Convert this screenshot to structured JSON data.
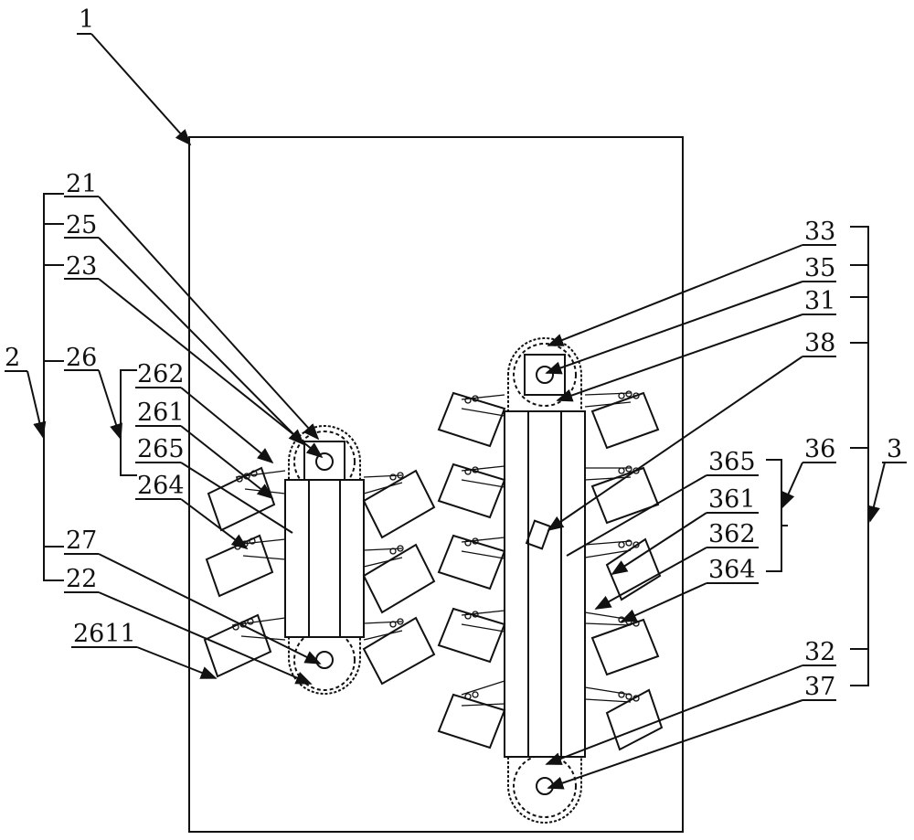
{
  "figure": {
    "label_1": "1",
    "label_2": "2",
    "label_3": "3",
    "label_21": "21",
    "label_22": "22",
    "label_23": "23",
    "label_25": "25",
    "label_26": "26",
    "label_27": "27",
    "label_261": "261",
    "label_262": "262",
    "label_264": "264",
    "label_265": "265",
    "label_2611": "2611",
    "label_31": "31",
    "label_32": "32",
    "label_33": "33",
    "label_35": "35",
    "label_36": "36",
    "label_37": "37",
    "label_38": "38",
    "label_361": "361",
    "label_362": "362",
    "label_364": "364",
    "label_365": "365"
  },
  "colors": {
    "line": "#111111",
    "background": "#ffffff"
  }
}
